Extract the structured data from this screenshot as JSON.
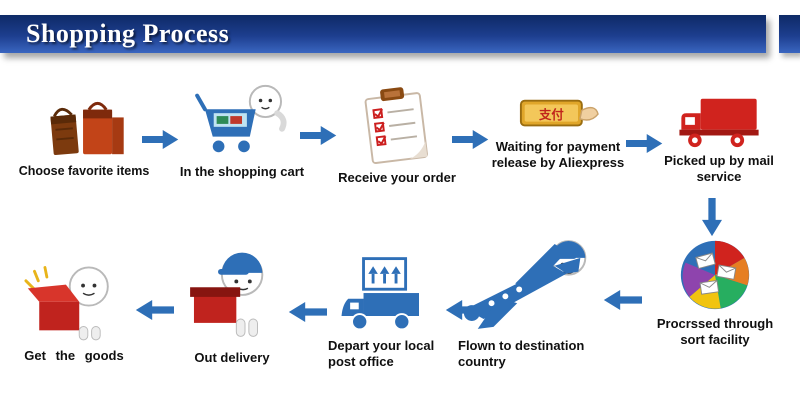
{
  "header": {
    "title": "Shopping Process"
  },
  "steps": [
    {
      "label": "Choose favorite items"
    },
    {
      "label": "In the shopping cart"
    },
    {
      "label": "Receive your order"
    },
    {
      "label": "Waiting for payment release by Aliexpress"
    },
    {
      "label": "Picked up by mail service"
    },
    {
      "label": "Procrssed through sort facility"
    },
    {
      "label": "Flown to destination country"
    },
    {
      "label": "Depart your local post office"
    },
    {
      "label": "Out delivery"
    },
    {
      "label": "Get the goods"
    }
  ],
  "icons": {
    "payment_text": "支付"
  },
  "colors": {
    "banner_blue": "#1d3e8f",
    "arrow_blue": "#2e6fb7",
    "truck_red": "#d0231e",
    "box_red": "#c0231e",
    "payment_gold": "#e0a62a"
  }
}
